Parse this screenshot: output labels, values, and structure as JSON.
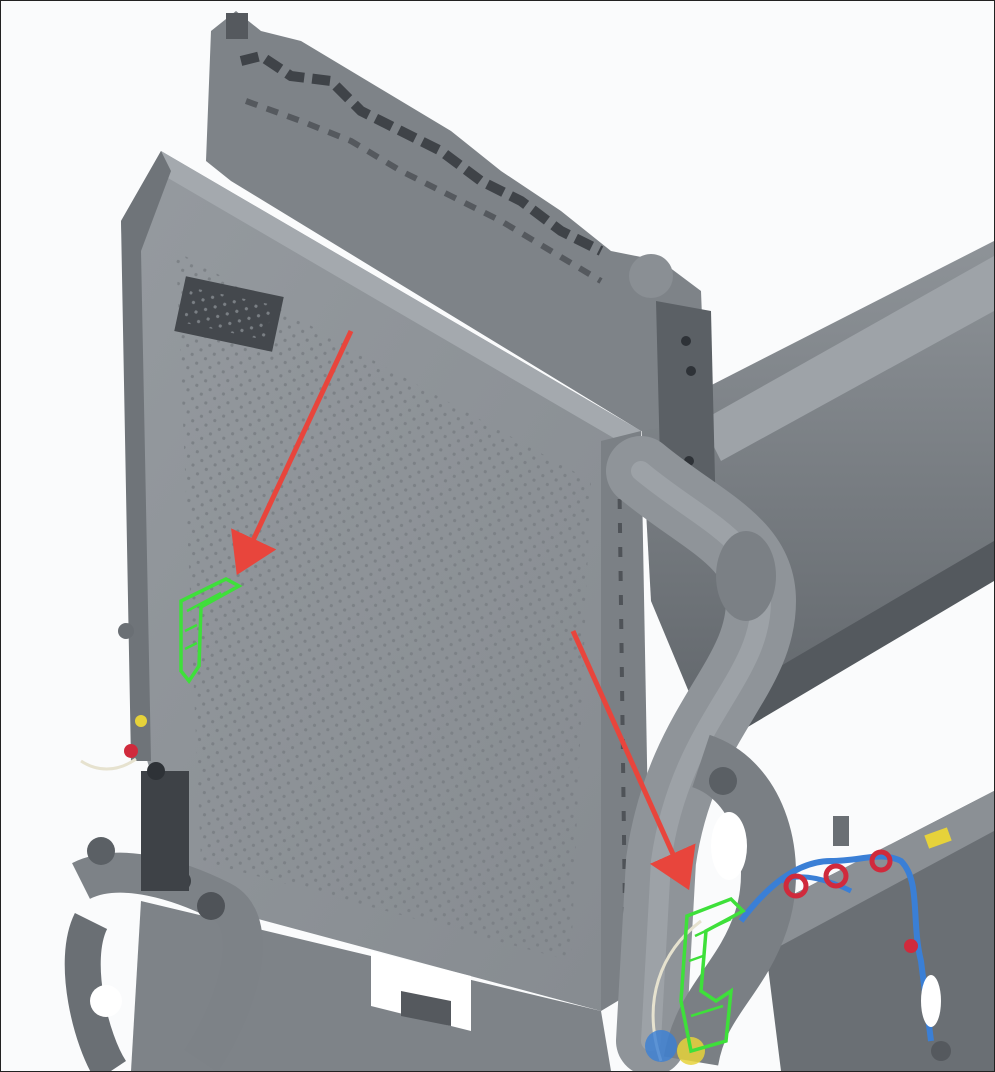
{
  "scene": {
    "kind": "cad-assembly-render",
    "background": "#fafbfc",
    "colors": {
      "part": "#8c9196",
      "part_light": "#a3a8ad",
      "part_dark": "#6d7277",
      "part_darkest": "#4d5156",
      "frame": "#7d8287",
      "highlight": "#3ee03a",
      "arrow": "#e8453c",
      "hose_blue": "#3a7fd6",
      "hose_red": "#d02a3c",
      "accent_yellow": "#e6d23a"
    },
    "highlighted_parts": [
      {
        "id": "bracket-left",
        "icon": "bracket-highlight"
      },
      {
        "id": "bracket-right",
        "icon": "bracket-highlight"
      }
    ],
    "callout_arrows": [
      {
        "id": "arrow-left",
        "points_to": "bracket-left"
      },
      {
        "id": "arrow-right",
        "points_to": "bracket-right"
      }
    ]
  }
}
